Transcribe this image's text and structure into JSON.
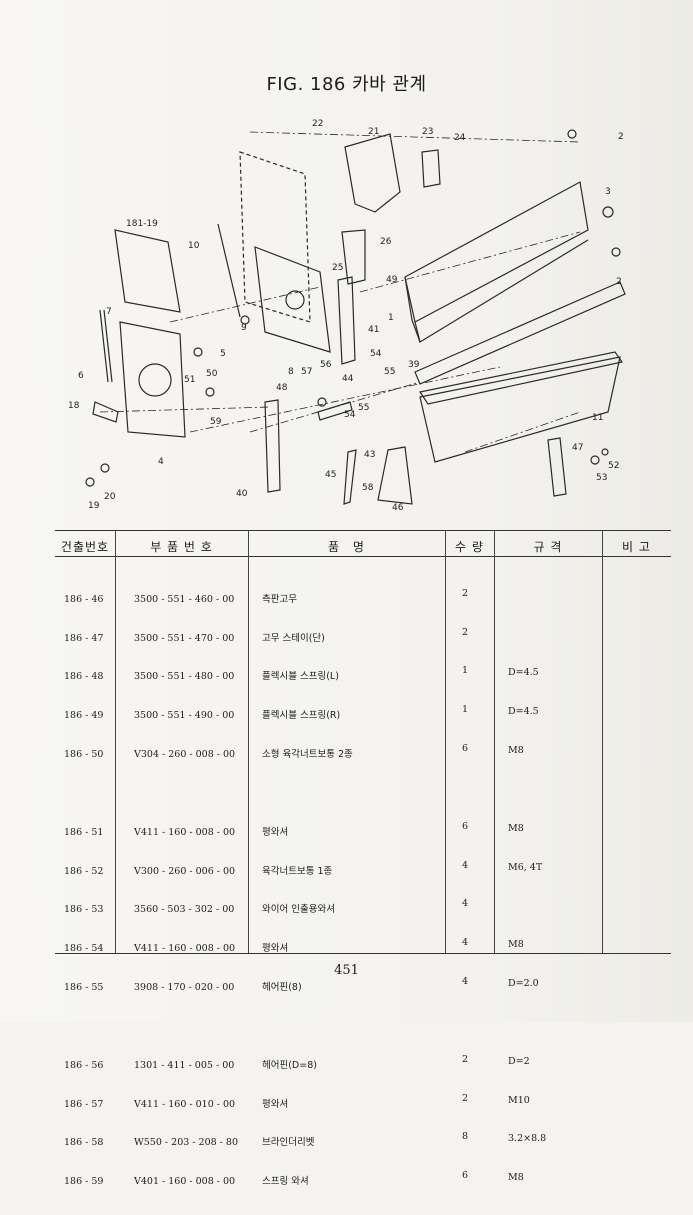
{
  "title": "FIG. 186 카바 관계",
  "callouts": [
    "22",
    "21",
    "23",
    "24",
    "2",
    "3",
    "181-19",
    "10",
    "26",
    "25",
    "49",
    "1",
    "2",
    "7",
    "5",
    "9",
    "41",
    "6",
    "51",
    "50",
    "8",
    "57",
    "56",
    "54",
    "55",
    "39",
    "44",
    "48",
    "54",
    "55",
    "18",
    "59",
    "11",
    "47",
    "52",
    "53",
    "43",
    "45",
    "58",
    "46",
    "4",
    "40",
    "19",
    "20"
  ],
  "table": {
    "headers": {
      "no": "건출번호",
      "part": "부 품 번 호",
      "name": "품 명",
      "qty": "수 량",
      "spec": "규 격",
      "note": "비 고"
    },
    "groups": [
      [
        {
          "no": "186 - 46",
          "part": "3500 - 551 - 460 - 00",
          "name": "측판고무",
          "qty": "2",
          "spec": ""
        },
        {
          "no": "186 - 47",
          "part": "3500 - 551 - 470 - 00",
          "name": "고무 스테이(단)",
          "qty": "2",
          "spec": ""
        },
        {
          "no": "186 - 48",
          "part": "3500 - 551 - 480 - 00",
          "name": "플렉시블 스프링(L)",
          "qty": "1",
          "spec": "D=4.5"
        },
        {
          "no": "186 - 49",
          "part": "3500 - 551 - 490 - 00",
          "name": "플렉시블 스프링(R)",
          "qty": "1",
          "spec": "D=4.5"
        },
        {
          "no": "186 - 50",
          "part": "V304 - 260 - 008 - 00",
          "name": "소형 육각너트보통 2종",
          "qty": "6",
          "spec": "M8"
        }
      ],
      [
        {
          "no": "186 - 51",
          "part": "V411 - 160 - 008 - 00",
          "name": "평와셔",
          "qty": "6",
          "spec": "M8"
        },
        {
          "no": "186 - 52",
          "part": "V300 - 260 - 006 - 00",
          "name": "육각너트보통 1종",
          "qty": "4",
          "spec": "M6, 4T"
        },
        {
          "no": "186 - 53",
          "part": "3560 - 503 - 302 - 00",
          "name": "와이어 인출용와셔",
          "qty": "4",
          "spec": ""
        },
        {
          "no": "186 - 54",
          "part": "V411 - 160 - 008 - 00",
          "name": "평와셔",
          "qty": "4",
          "spec": "M8"
        },
        {
          "no": "186 - 55",
          "part": "3908 - 170 - 020 - 00",
          "name": "헤어핀(8)",
          "qty": "4",
          "spec": "D=2.0"
        }
      ],
      [
        {
          "no": "186 - 56",
          "part": "1301 - 411 - 005 - 00",
          "name": "헤어핀(D=8)",
          "qty": "2",
          "spec": "D=2"
        },
        {
          "no": "186 - 57",
          "part": "V411 - 160 - 010 - 00",
          "name": "평와셔",
          "qty": "2",
          "spec": "M10"
        },
        {
          "no": "186 - 58",
          "part": "W550 - 203 - 208 - 80",
          "name": "브라인더리벳",
          "qty": "8",
          "spec": "3.2×8.8"
        },
        {
          "no": "186 - 59",
          "part": "V401 - 160 - 008 - 00",
          "name": "스프링 와셔",
          "qty": "6",
          "spec": "M8"
        }
      ]
    ]
  },
  "page_number": "451"
}
